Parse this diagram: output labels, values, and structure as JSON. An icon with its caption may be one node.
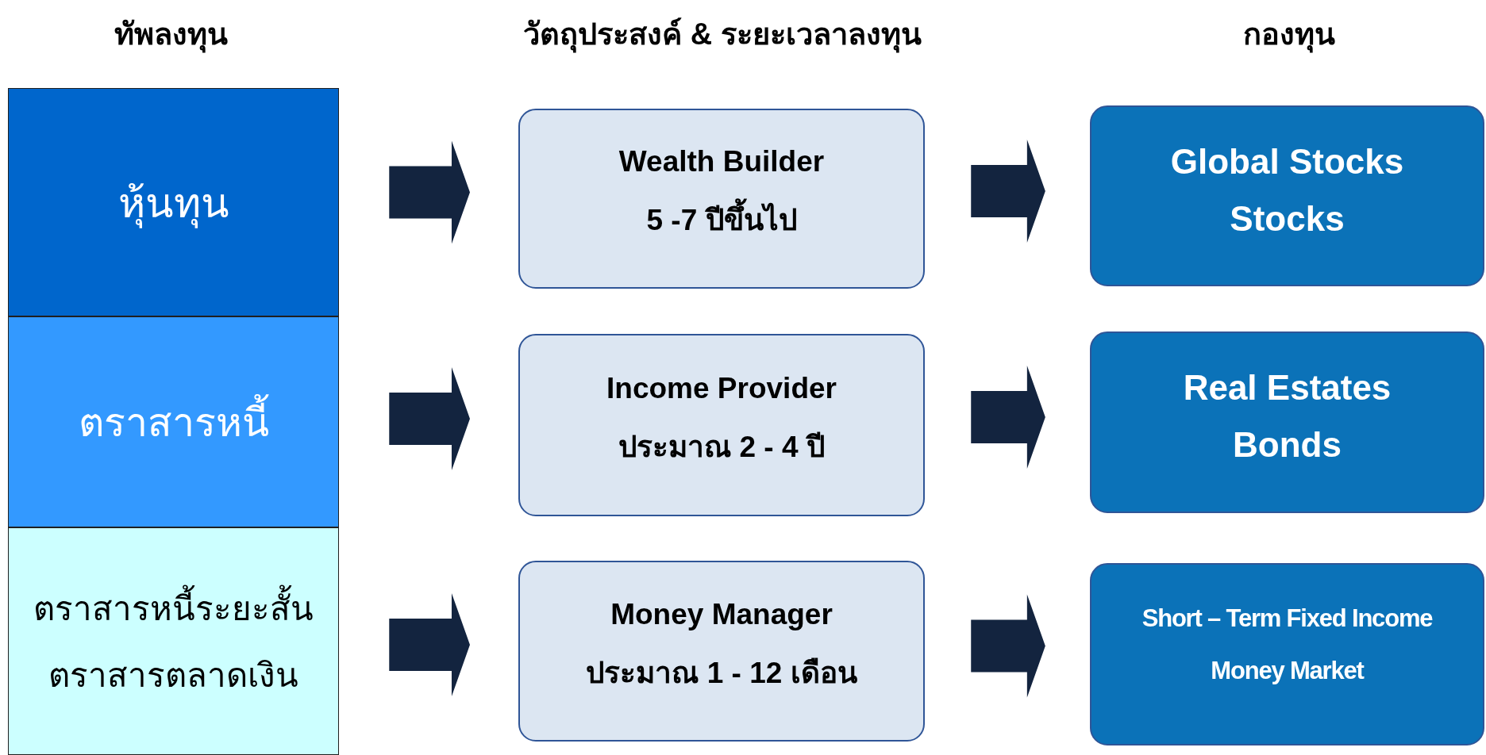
{
  "diagram": {
    "nodes": [
      {
        "text": [
          "หุ้นทุน"
        ]
      },
      {
        "text": [
          "ตราสารหนี้"
        ]
      },
      {
        "text": [
          "ตราสารหนี้ระยะสั้น",
          "ตราสารตลาดเงิน"
        ]
      },
      {
        "text": [
          "Wealth Builder",
          "5 -7 ปีขึ้นไป"
        ]
      },
      {
        "text": [
          "Income Provider",
          "ประมาณ 2 - 4 ปี"
        ]
      },
      {
        "text": [
          "Money Manager",
          "ประมาณ 1 - 12 เดือน"
        ]
      },
      {
        "text": [
          "Global Stocks",
          "Stocks"
        ]
      },
      {
        "text": [
          "Real Estates",
          "Bonds"
        ]
      },
      {
        "text": [
          "Short – Term Fixed Income",
          "Money Market"
        ]
      }
    ],
    "edges": [
      {
        "from": 0,
        "to": 3,
        "arrow": "to",
        "style": "thick"
      },
      {
        "from": 3,
        "to": 6,
        "arrow": "to",
        "style": "thick"
      },
      {
        "from": 1,
        "to": 4,
        "arrow": "to",
        "style": "thick"
      },
      {
        "from": 4,
        "to": 7,
        "arrow": "to",
        "style": "thick"
      },
      {
        "from": 2,
        "to": 5,
        "arrow": "to",
        "style": "thick"
      },
      {
        "from": 5,
        "to": 8,
        "arrow": "to",
        "style": "thick"
      }
    ],
    "labels": [
      "ทัพลงทุน",
      "วัตถุประสงค์ & ระยะเวลาลงทุน",
      "กองทุน"
    ]
  }
}
